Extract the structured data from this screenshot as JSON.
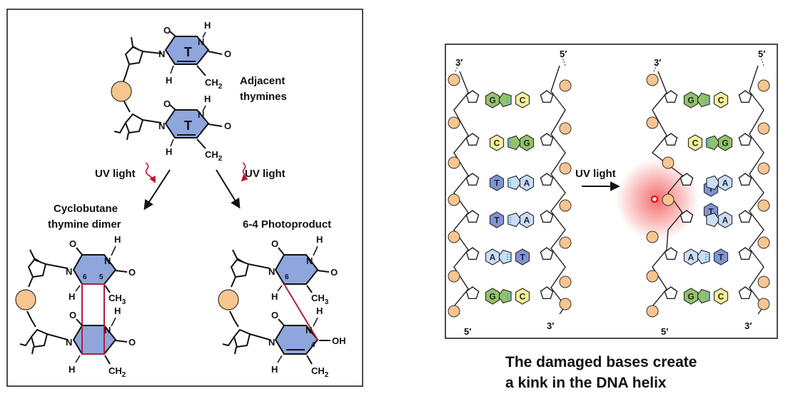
{
  "left_panel": {
    "thymine_letter": "T",
    "labels": {
      "adjacent_1": "Adjacent",
      "adjacent_2": "thymines",
      "uv_left": "UV light",
      "uv_right": "UV light",
      "cpd_1": "Cyclobutane",
      "cpd_2": "thymine dimer",
      "photoproduct": "6-4 Photoproduct"
    },
    "atoms": {
      "O": "O",
      "N": "N",
      "H": "H",
      "CH": "CH",
      "sub2": "2",
      "sub3": "3",
      "OH": "OH",
      "pos5": "5",
      "pos6": "6",
      "pos4": "4"
    }
  },
  "right_panel": {
    "uv_label": "UV light",
    "ends": {
      "three_prime": "3′",
      "five_prime": "5′"
    },
    "base_pairs": [
      {
        "left": "G",
        "right": "C"
      },
      {
        "left": "C",
        "right": "G"
      },
      {
        "left": "T",
        "right": "A"
      },
      {
        "left": "T",
        "right": "A"
      },
      {
        "left": "A",
        "right": "T"
      },
      {
        "left": "G",
        "right": "C"
      }
    ],
    "base_colors": {
      "G": "#92c36a",
      "C": "#f6ef9a",
      "T": "#7f93d6",
      "A": "#c9def7"
    },
    "damage_color": "#f25050"
  },
  "caption": {
    "line1": "The damaged bases create",
    "line2": "a kink in the DNA helix"
  }
}
